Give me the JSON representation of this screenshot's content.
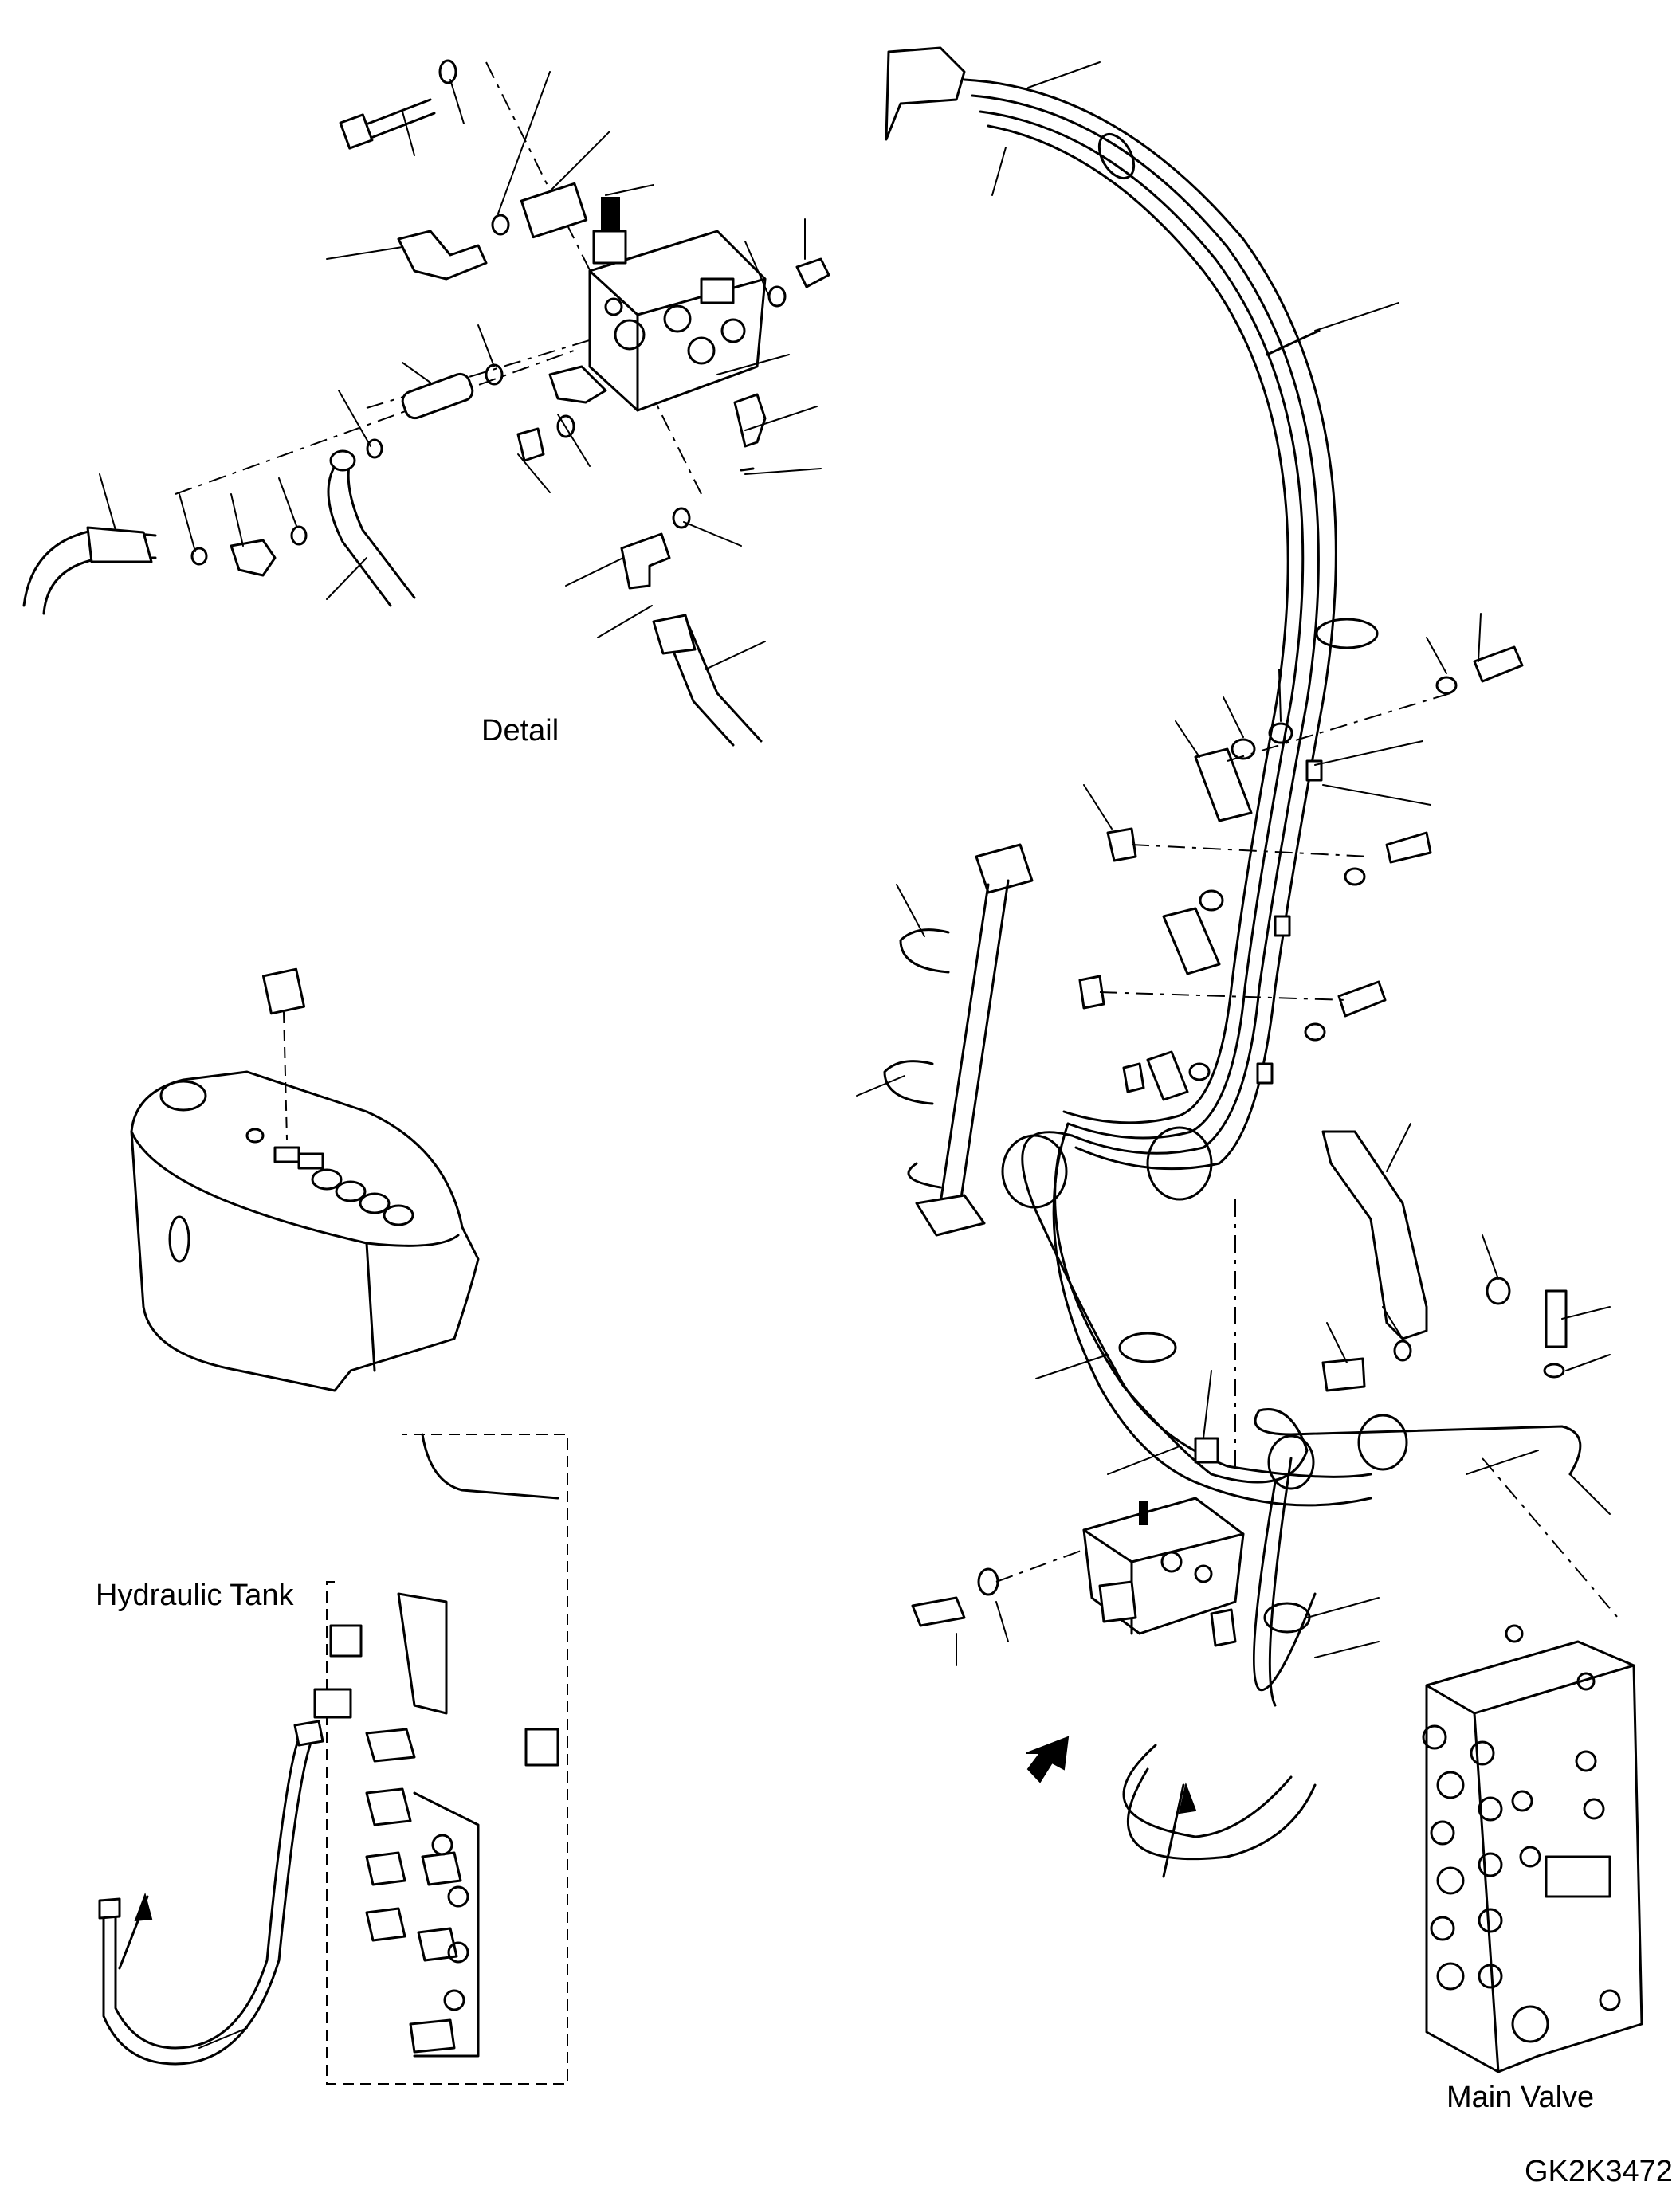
{
  "labels": {
    "detail": "Detail",
    "hydraulic_tank": "Hydraulic Tank",
    "main_valve": "Main Valve",
    "drawing_code": "GK2K3472"
  }
}
